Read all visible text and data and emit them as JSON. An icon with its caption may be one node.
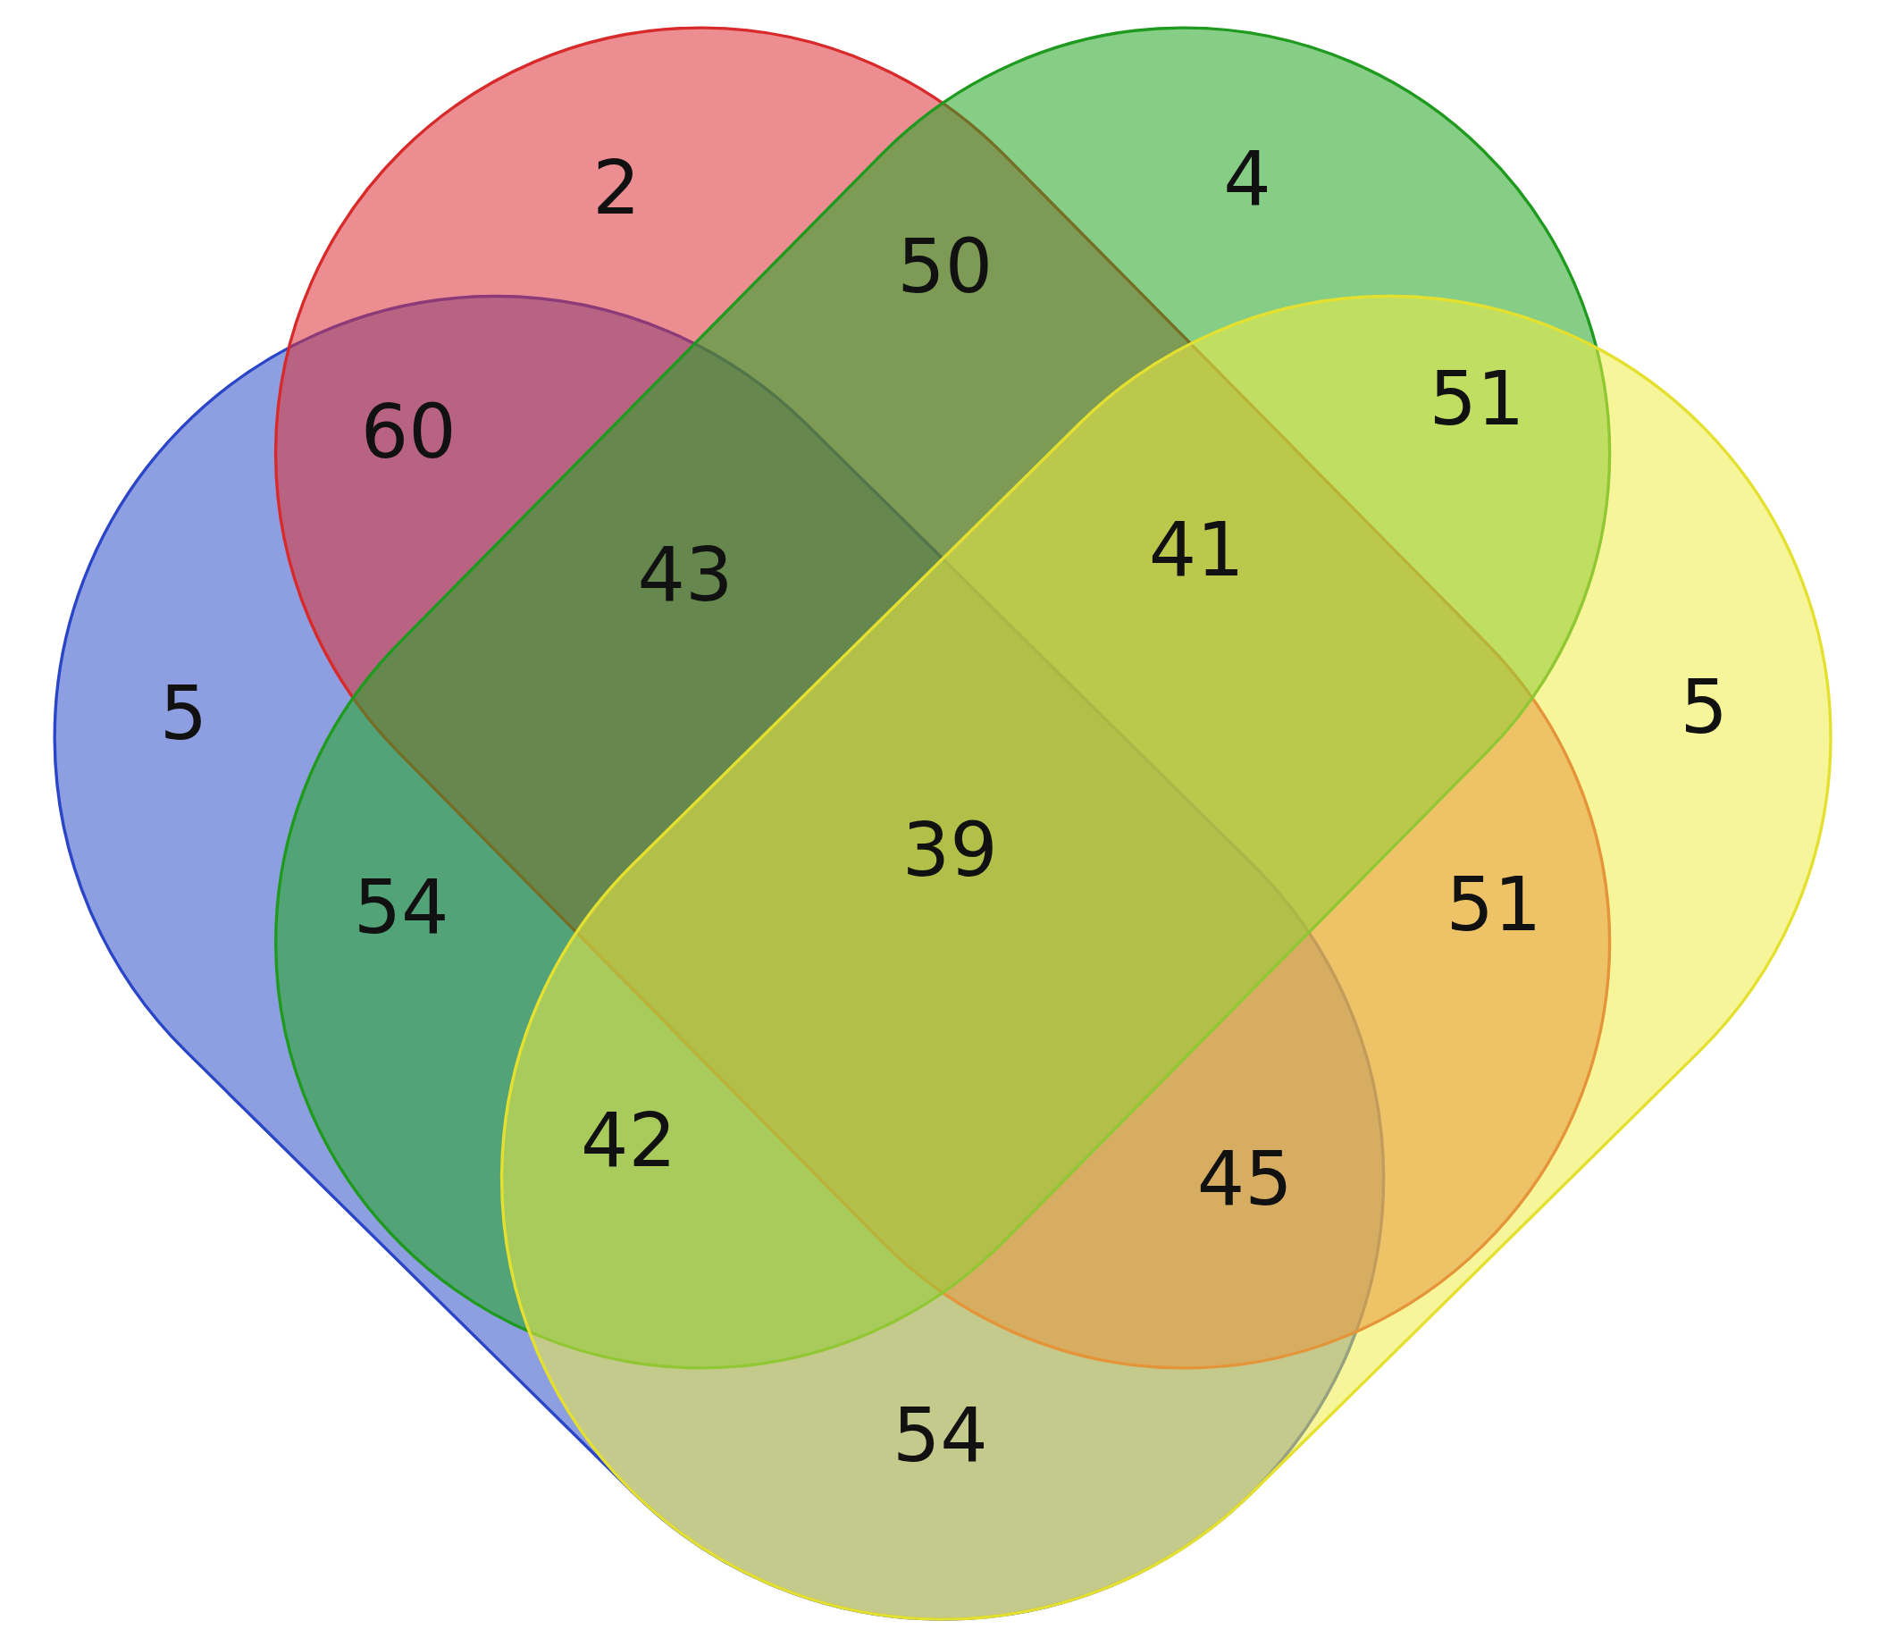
{
  "diagram": {
    "labels": [
      "2",
      "4",
      "50",
      "60",
      "51",
      "43",
      "41",
      "5",
      "5",
      "39",
      "54",
      "51",
      "42",
      "45",
      "54"
    ]
  }
}
